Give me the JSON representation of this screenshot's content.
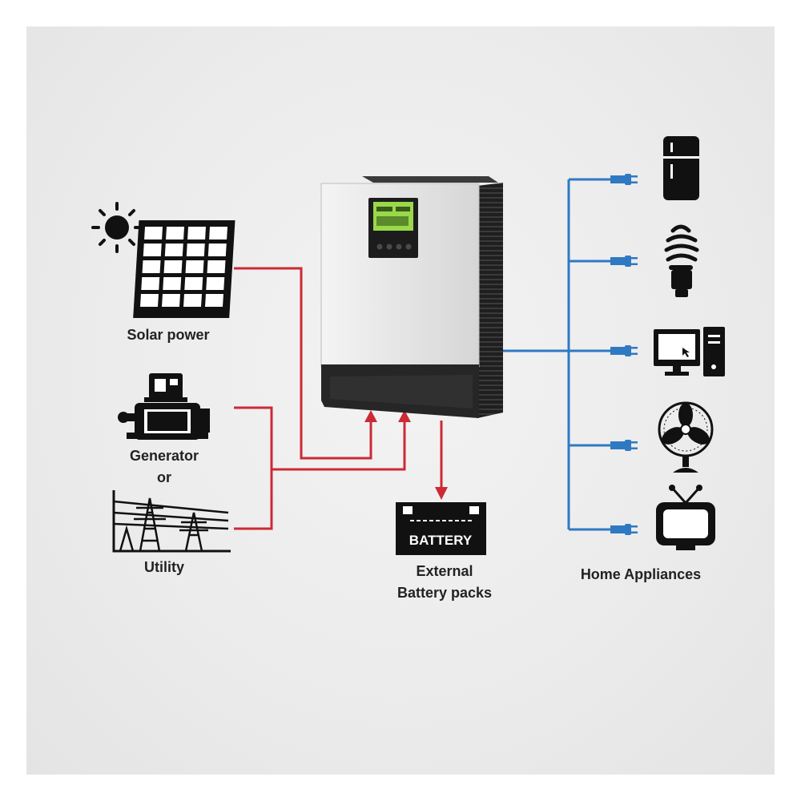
{
  "labels": {
    "solar": "Solar power",
    "generator": "Generator",
    "or": "or",
    "utility": "Utility",
    "battery_line1": "External",
    "battery_line2": "Battery packs",
    "battery_box": "BATTERY",
    "appliances": "Home Appliances"
  },
  "colors": {
    "input_line": "#cc2a35",
    "output_line": "#2f79c3",
    "icon": "#111111",
    "inverter_body": "#e2e2e2",
    "inverter_base": "#262626",
    "lcd_screen": "#9ad84a"
  },
  "icons": {
    "sources": [
      "sun-icon",
      "solar-panel-icon",
      "generator-icon",
      "power-tower-icon"
    ],
    "appliances": [
      "refrigerator-icon",
      "light-bulb-icon",
      "computer-icon",
      "fan-icon",
      "tv-icon"
    ],
    "plug": "plug-icon"
  }
}
